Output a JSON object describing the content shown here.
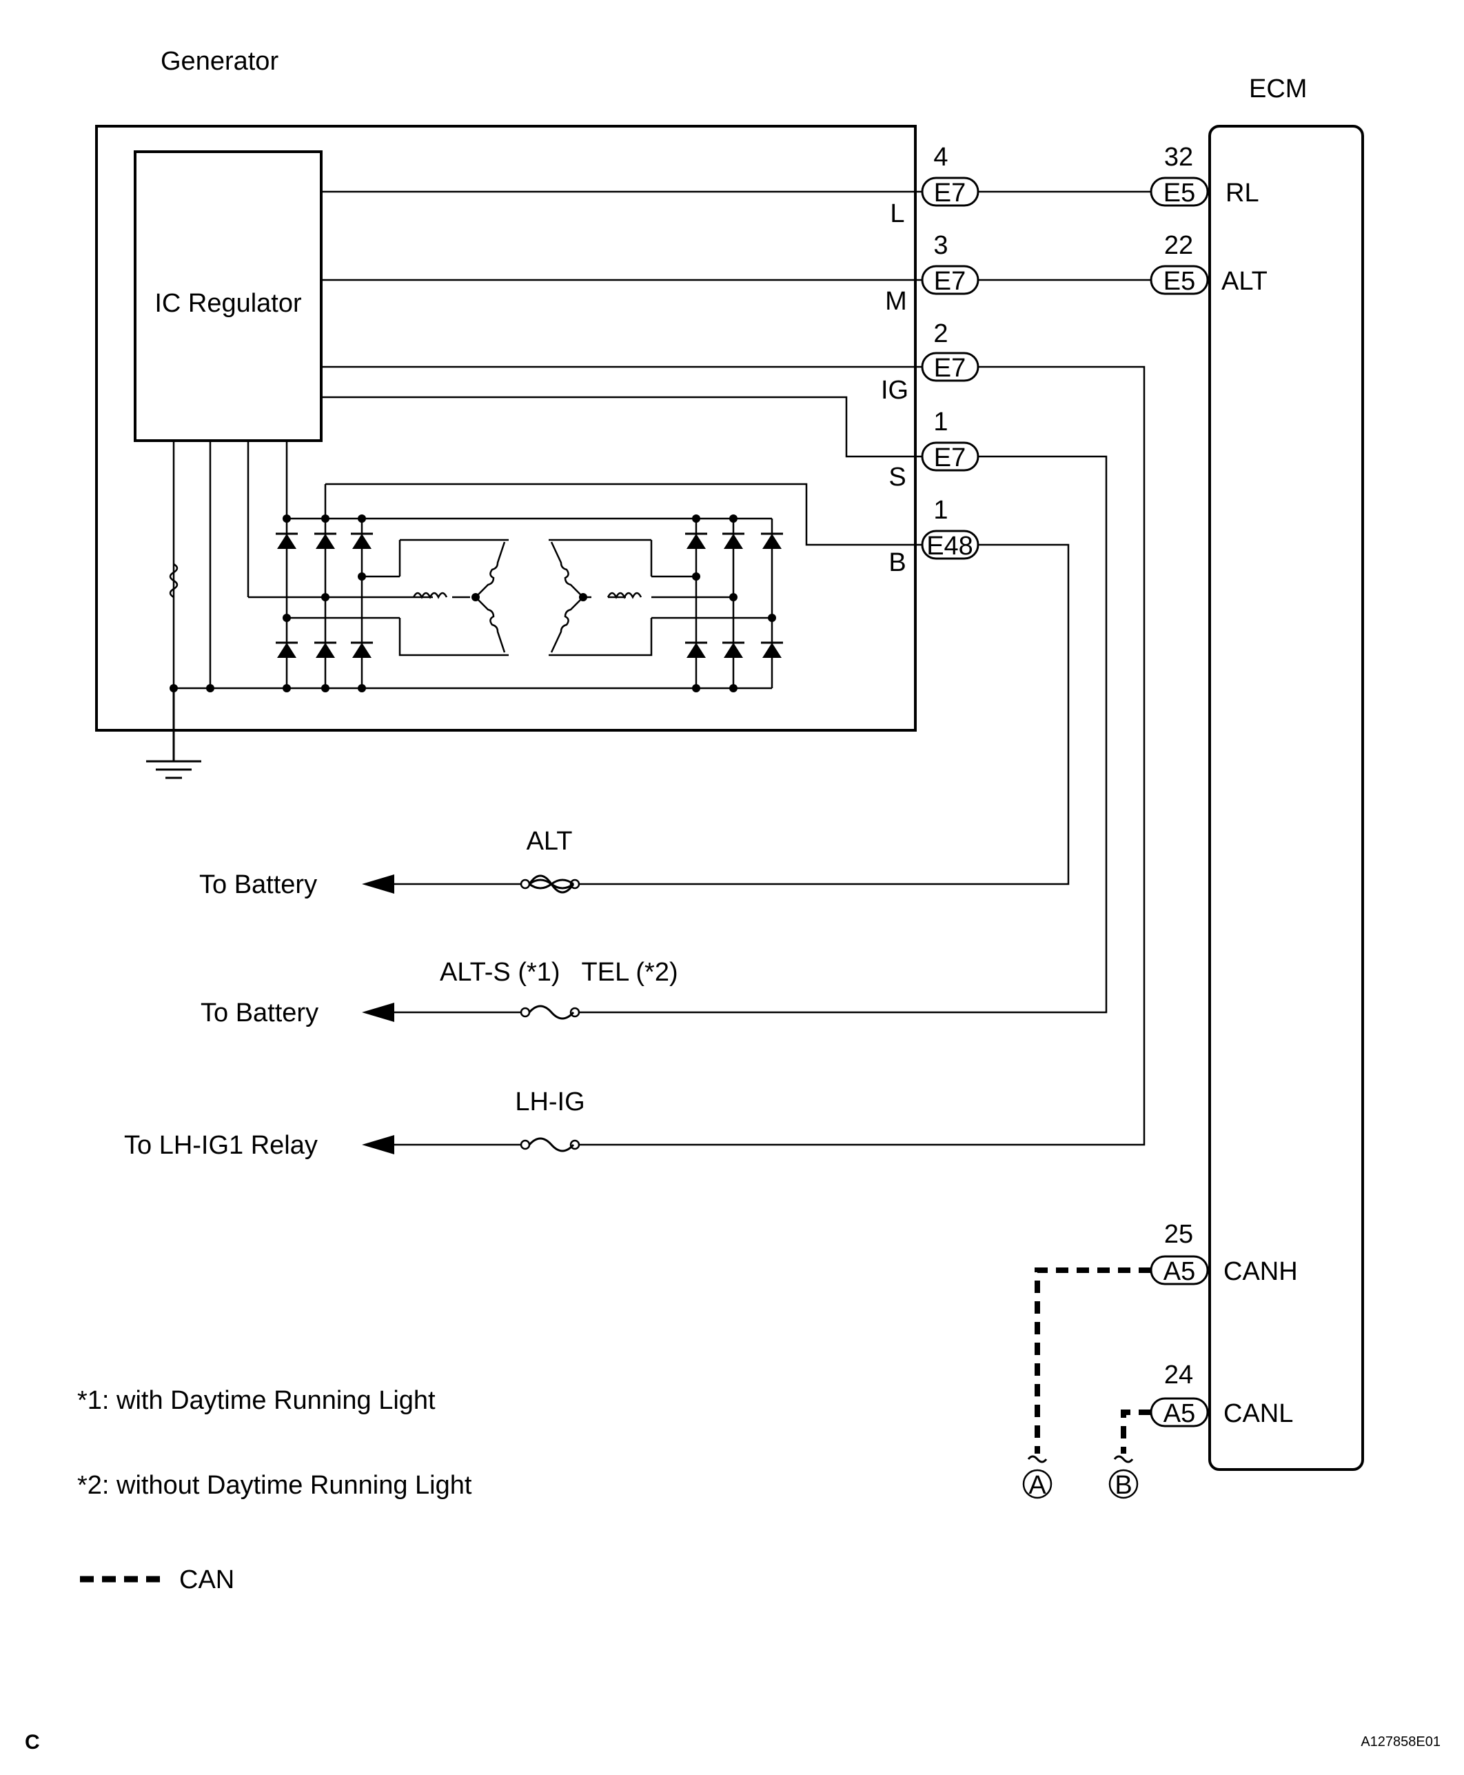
{
  "generator": {
    "title": "Generator",
    "regulator": "IC Regulator"
  },
  "ecm": {
    "title": "ECM"
  },
  "gen_pins": [
    {
      "num": "4",
      "conn": "E7",
      "label": "L"
    },
    {
      "num": "3",
      "conn": "E7",
      "label": "M"
    },
    {
      "num": "2",
      "conn": "E7",
      "label": "IG"
    },
    {
      "num": "1",
      "conn": "E7",
      "label": "S"
    },
    {
      "num": "1",
      "conn": "E48",
      "label": "B"
    }
  ],
  "ecm_pins": [
    {
      "num": "32",
      "conn": "E5",
      "label": "RL"
    },
    {
      "num": "22",
      "conn": "E5",
      "label": "ALT"
    },
    {
      "num": "25",
      "conn": "A5",
      "label": "CANH"
    },
    {
      "num": "24",
      "conn": "A5",
      "label": "CANL"
    }
  ],
  "feeds": [
    {
      "dest": "To Battery",
      "fuse": "ALT"
    },
    {
      "dest": "To Battery",
      "fuse": "ALT-S (*1)   TEL (*2)"
    },
    {
      "dest": "To LH-IG1 Relay",
      "fuse": "LH-IG"
    }
  ],
  "off_page": [
    "A",
    "B"
  ],
  "notes": [
    "*1: with Daytime Running Light",
    "*2: without Daytime Running Light"
  ],
  "legend": {
    "can": "CAN"
  },
  "footer": {
    "corner": "C",
    "code": "A127858E01"
  }
}
